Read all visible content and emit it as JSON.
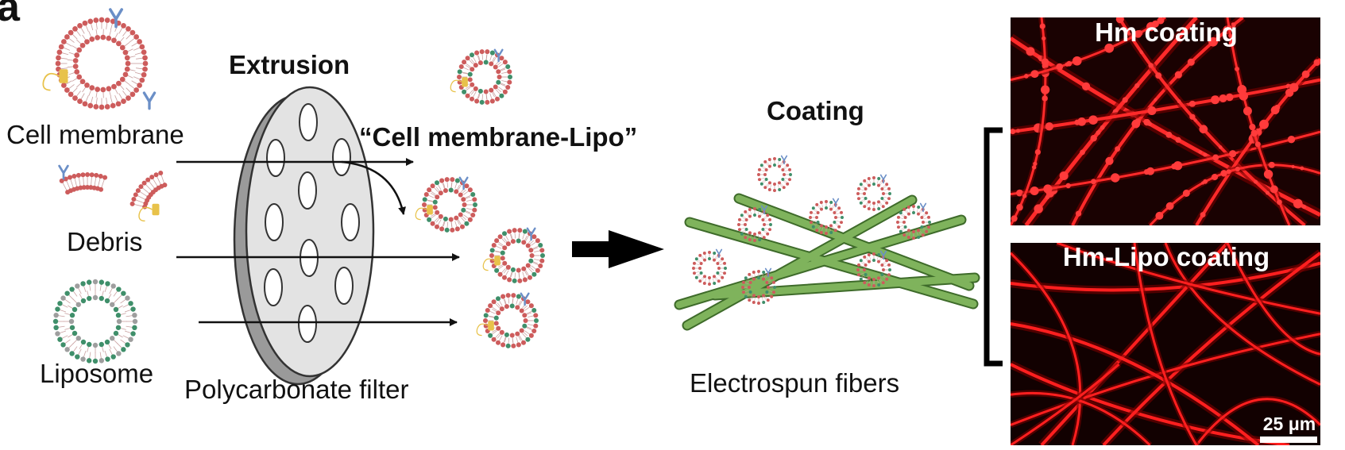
{
  "panel_label": "a",
  "labels": {
    "extrusion": "Extrusion",
    "cell_membrane": "Cell membrane",
    "debris": "Debris",
    "liposome": "Liposome",
    "filter": "Polycarbonate filter",
    "cm_lipo": "“Cell membrane-Lipo”",
    "coating": "Coating",
    "fibers": "Electrospun fibers"
  },
  "micrographs": {
    "top_title": "Hm coating",
    "bottom_title": "Hm-Lipo coating",
    "scale_bar": "25 μm"
  },
  "colors": {
    "membrane_red": "#cd5c5c",
    "liposome_green": "#3f8f6a",
    "fiber_green": "#6aa84f",
    "micrograph_bg": "#150202",
    "fluor_red": "#ff1a1a"
  }
}
